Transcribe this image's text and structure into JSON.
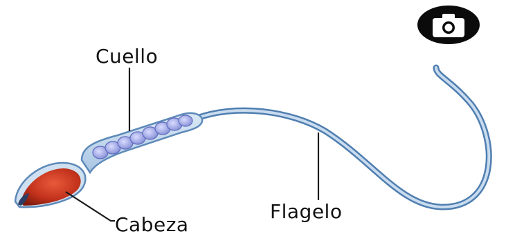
{
  "labels": {
    "cuello": "Cuello",
    "cabeza": "Cabeza",
    "flagelo": "Flagelo"
  },
  "icons": {
    "camera": "camera-icon"
  },
  "colors": {
    "head_red": "#c2321c",
    "tail_blue": "#5d89b8",
    "tail_light": "#b8d0e8",
    "mitochondria": "#8e96d8"
  }
}
